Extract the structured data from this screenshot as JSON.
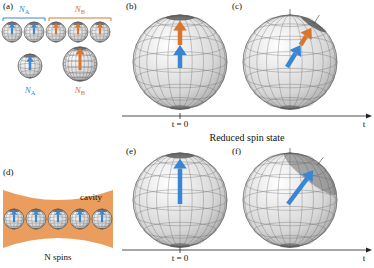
{
  "diagram": {
    "nodes": [
      {
        "text": [
          "cavity"
        ]
      }
    ],
    "labels": [
      "(a)",
      "NA",
      "NB",
      "NA",
      "NB",
      "(b)",
      "(c)",
      "t = 0",
      "t",
      "Reduced spin state",
      "(d)",
      "N spins",
      "(e)",
      "(f)",
      "t = 0",
      "t"
    ]
  }
}
